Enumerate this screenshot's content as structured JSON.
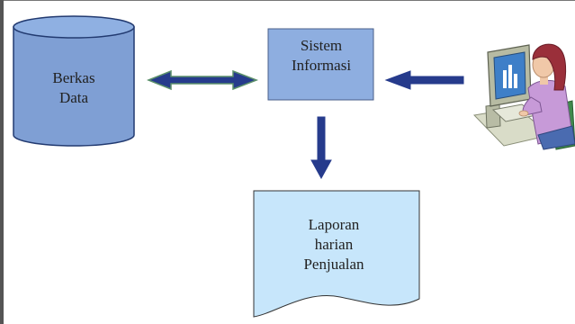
{
  "nodes": {
    "database": {
      "line1": "Berkas",
      "line2": "Data"
    },
    "system": {
      "line1": "Sistem",
      "line2": "Informasi"
    },
    "report": {
      "line1": "Laporan",
      "line2": "harian",
      "line3": "Penjualan"
    }
  },
  "colors": {
    "cylinder_fill": "#7f9fd4",
    "cylinder_stroke": "#223a70",
    "box_fill": "#8eaee0",
    "box_stroke": "#4a5f8a",
    "document_fill": "#c7e6fb",
    "document_stroke": "#333333",
    "arrow_fill": "#263b8c",
    "arrow_edge": "#5a8f6a"
  },
  "icons": {
    "user": "user-at-computer-icon"
  }
}
